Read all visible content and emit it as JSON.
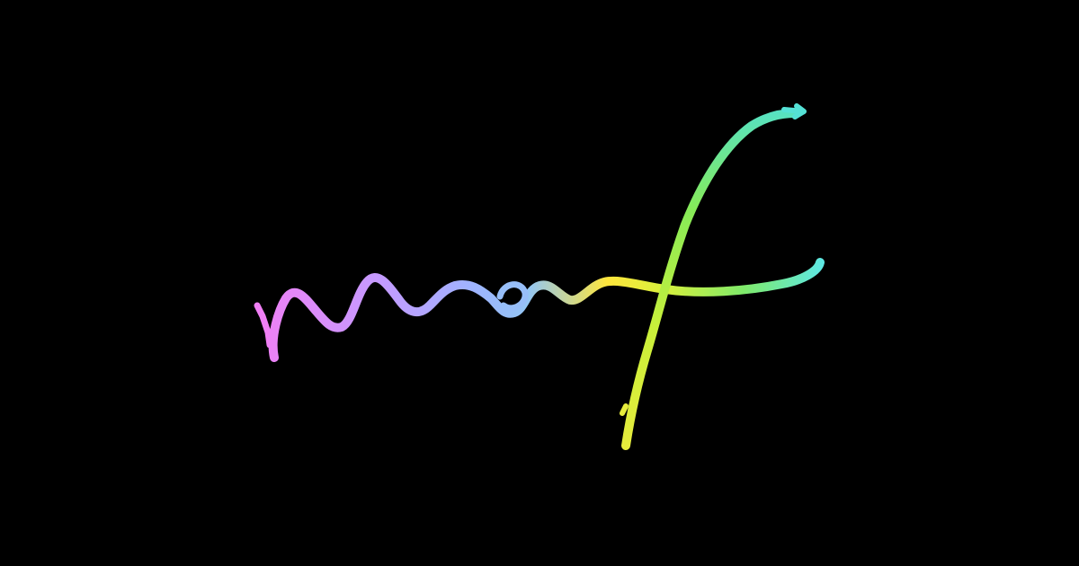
{
  "artwork": {
    "lettering": "wwf",
    "style": "handwritten-signature",
    "background_color": "#000000",
    "gradient_colors": [
      "#F07FF5",
      "#B79CFF",
      "#9DB6FF",
      "#FFE83C",
      "#C8F03C",
      "#7FEA6A",
      "#5EE8E0"
    ],
    "icon": "signature-scribble"
  }
}
